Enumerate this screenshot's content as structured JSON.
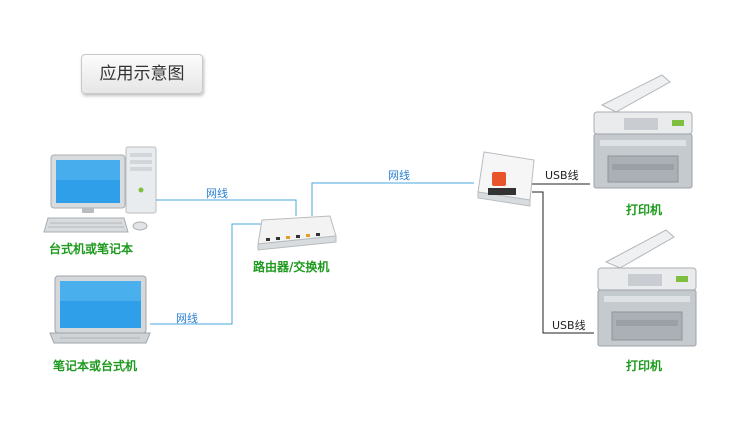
{
  "title": "应用示意图",
  "devices": {
    "desktop": {
      "label": "台式机或笔记本"
    },
    "laptop": {
      "label": "笔记本或台式机"
    },
    "router": {
      "label": "路由器/交换机"
    },
    "printer_top": {
      "label": "打印机"
    },
    "printer_bottom": {
      "label": "打印机"
    }
  },
  "links": {
    "desktop_router": "网线",
    "laptop_router": "网线",
    "router_server": "网线",
    "server_printer_top": "USB线",
    "server_printer_bottom": "USB线"
  },
  "colors": {
    "cable": "#4aa7e0",
    "usb": "#222222",
    "label_green": "#1e9a1e"
  }
}
